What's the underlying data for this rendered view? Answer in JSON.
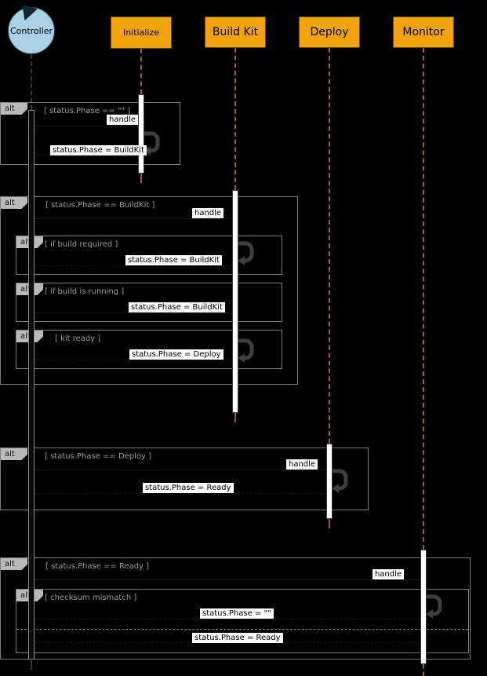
{
  "actor": {
    "label": "Controller"
  },
  "participants": [
    {
      "label": "Initialize"
    },
    {
      "label": "Build Kit"
    },
    {
      "label": "Deploy"
    },
    {
      "label": "Monitor"
    }
  ],
  "fragments": {
    "phase_empty": {
      "operator": "alt",
      "guard": "[ status.Phase == \"\" ]"
    },
    "phase_buildkit": {
      "operator": "alt",
      "guard": "[ status.Phase == BuildKit ]"
    },
    "build_required": {
      "operator": "alt",
      "guard": "[ if build required ]"
    },
    "build_running": {
      "operator": "alt",
      "guard": "[ if build is running ]"
    },
    "kit_ready": {
      "operator": "alt",
      "guard": "[ kit ready ]"
    },
    "phase_deploy": {
      "operator": "alt",
      "guard": "[ status.Phase == Deploy ]"
    },
    "phase_ready": {
      "operator": "alt",
      "guard": "[ status.Phase == Ready ]"
    },
    "checksum": {
      "operator": "alt",
      "guard": "[ checksum mismatch ]"
    }
  },
  "messages": {
    "handle_initialize": {
      "label": "handle"
    },
    "set_phase_buildkit_1": {
      "label": "status.Phase = BuildKit"
    },
    "handle_buildkit": {
      "label": "handle"
    },
    "set_phase_buildkit_2": {
      "label": "status.Phase = BuildKit"
    },
    "set_phase_buildkit_3": {
      "label": "status.Phase = BuildKit"
    },
    "set_phase_deploy": {
      "label": "status.Phase = Deploy"
    },
    "handle_deploy": {
      "label": "handle"
    },
    "set_phase_ready_1": {
      "label": "status.Phase = Ready"
    },
    "handle_monitor": {
      "label": "handle"
    },
    "set_phase_empty": {
      "label": "status.Phase = \"\""
    },
    "set_phase_ready_2": {
      "label": "status.Phase = Ready"
    }
  },
  "icons": {
    "self_message": "self-call-arrow-icon",
    "control_stereotype": "control-actor-arrow-icon"
  },
  "colors": {
    "background": "#000000",
    "participant_fill": "#f0a30a",
    "participant_border": "#6e4e05",
    "lifeline": "#a85f17",
    "actor_fill": "#a9d3e5",
    "activation_fill": "#fbfbfb",
    "fragment_border": "#7d7d7d",
    "operator_tab": "#b9b9b9",
    "self_arrow": "#3f3f3f"
  }
}
